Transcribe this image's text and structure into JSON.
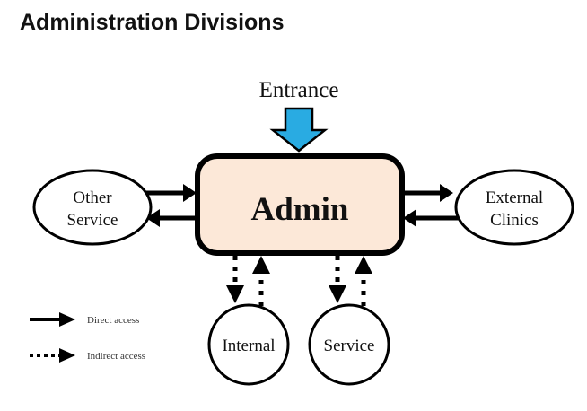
{
  "page": {
    "title": "Administration Divisions",
    "background_color": "#FFFFFF"
  },
  "colors": {
    "admin_fill": "#FCE8D8",
    "node_fill": "#FFFFFF",
    "stroke": "#000000",
    "entrance_arrow": "#29ABE2",
    "text": "#111111"
  },
  "diagram": {
    "entrance": {
      "label": "Entrance",
      "arrow_icon": "down-arrow-icon",
      "arrow_color": "#29ABE2"
    },
    "center_node": {
      "id": "admin",
      "label": "Admin",
      "shape": "rounded-rectangle",
      "fill": "#FCE8D8"
    },
    "nodes": [
      {
        "id": "other-service",
        "label_line1": "Other",
        "label_line2": "Service",
        "shape": "ellipse",
        "position": "left"
      },
      {
        "id": "external-clinics",
        "label_line1": "External",
        "label_line2": "Clinics",
        "shape": "ellipse",
        "position": "right"
      },
      {
        "id": "internal",
        "label_line1": "Internal",
        "label_line2": "",
        "shape": "circle",
        "position": "bottom-left"
      },
      {
        "id": "service",
        "label_line1": "Service",
        "label_line2": "",
        "shape": "circle",
        "position": "bottom-right"
      }
    ],
    "edges": [
      {
        "id": "other-service-to-admin",
        "from": "other-service",
        "to": "admin",
        "style": "direct"
      },
      {
        "id": "admin-to-other-service",
        "from": "admin",
        "to": "other-service",
        "style": "direct"
      },
      {
        "id": "admin-to-external-clinics",
        "from": "admin",
        "to": "external-clinics",
        "style": "direct"
      },
      {
        "id": "external-clinics-to-admin",
        "from": "external-clinics",
        "to": "admin",
        "style": "direct"
      },
      {
        "id": "admin-to-internal",
        "from": "admin",
        "to": "internal",
        "style": "indirect"
      },
      {
        "id": "internal-to-admin",
        "from": "internal",
        "to": "admin",
        "style": "indirect"
      },
      {
        "id": "admin-to-service",
        "from": "admin",
        "to": "service",
        "style": "indirect"
      },
      {
        "id": "service-to-admin",
        "from": "service",
        "to": "admin",
        "style": "indirect"
      }
    ]
  },
  "legend": {
    "items": [
      {
        "id": "direct",
        "label": "Direct access",
        "style": "solid"
      },
      {
        "id": "indirect",
        "label": "Indirect access",
        "style": "dotted"
      }
    ]
  }
}
